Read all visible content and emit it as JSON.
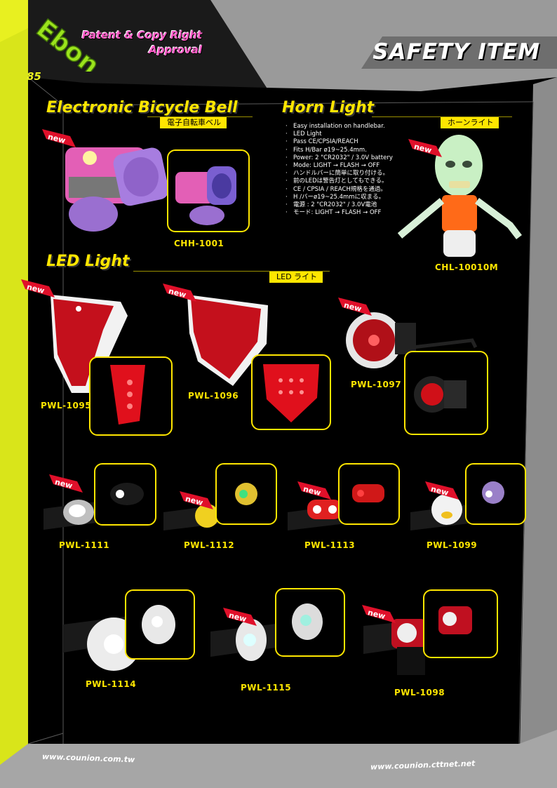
{
  "header": {
    "brand_logo": "Ebon",
    "patent_line1": "Patent & Copy Right",
    "patent_line2": "Approval",
    "page_number": "85",
    "title": "SAFETY ITEM"
  },
  "sections": {
    "bell": {
      "title": "Electronic Bicycle Bell",
      "jp": "電子自転車ベル",
      "code": "CHH-1001"
    },
    "horn": {
      "title": "Horn Light",
      "jp": "ホーンライト",
      "code": "CHL-10010M",
      "features": [
        "Easy installation on handlebar.",
        "LED Light",
        "Pass CE/CPSIA/REACH",
        "Fits H/Bar ø19~25.4mm.",
        "Power: 2 \"CR2032\" / 3.0V battery",
        "Mode: LIGHT → FLASH → OFF",
        "ハンドルバーに簡単に取り付ける。",
        "前のLEDは警告灯としてもできる。",
        "CE / CPSIA / REACH規格を通過。",
        "H /バーø19~25.4mmに収まる。",
        "電源 : 2 \"CR2032\" / 3.0V電池",
        "モード: LIGHT → FLASH → OFF"
      ]
    },
    "led": {
      "title": "LED Light",
      "jp": "LED ライト"
    }
  },
  "new_label": "new",
  "products": {
    "p1095": "PWL-1095",
    "p1096": "PWL-1096",
    "p1097": "PWL-1097",
    "p1111": "PWL-1111",
    "p1112": "PWL-1112",
    "p1113": "PWL-1113",
    "p1099": "PWL-1099",
    "p1114": "PWL-1114",
    "p1115": "PWL-1115",
    "p1098": "PWL-1098"
  },
  "footer": {
    "url_left": "www.counion.com.tw",
    "url_right": "www.counion.cttnet.net"
  },
  "colors": {
    "accent": "#ffe600",
    "side_bar": "#e8f020",
    "background": "#000000",
    "brand_green": "#9be31c",
    "tag_red": "#e0102a"
  }
}
